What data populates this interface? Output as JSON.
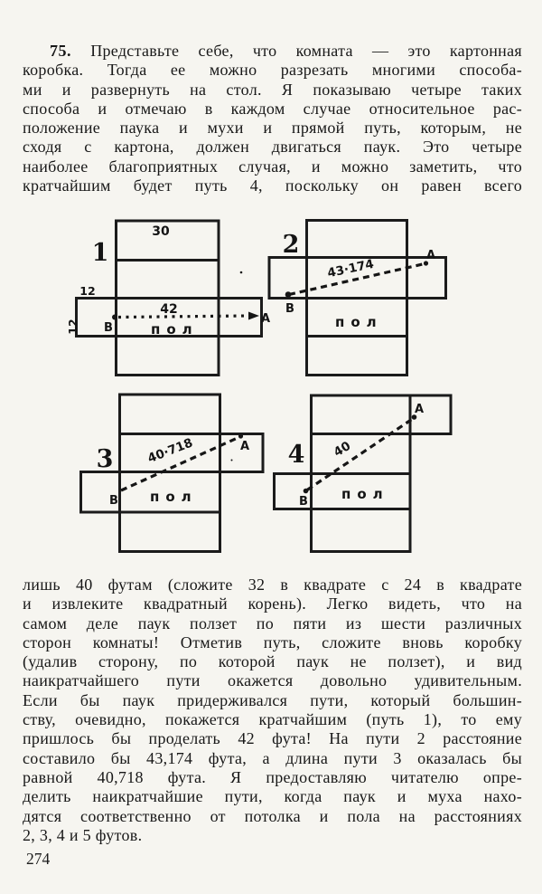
{
  "page": {
    "number": "274",
    "background": "#f6f5f0",
    "ink": "#1b1b1b"
  },
  "intro": {
    "problem_number": "75.",
    "lines": [
      "Представьте себе, что комната — это картонная",
      "коробка. Тогда ее можно разрезать многими способа-",
      "ми и развернуть на стол. Я показываю четыре таких",
      "способа и отмечаю в каждом случае относительное рас-",
      "положение паука и мухи и прямой путь, которым, не",
      "сходя с картона, должен двигаться паук. Это четыре",
      "наиболее благоприятных случая, и можно заметить, что",
      "кратчайшим будет путь 4, поскольку он равен всего"
    ]
  },
  "body": {
    "lines": [
      "лишь 40 футам (сложите 32 в квадрате с 24 в квадрате",
      "и извлеките квадратный корень). Легко видеть, что на",
      "самом деле паук ползет по пяти из шести различных",
      "сторон комнаты! Отметив путь, сложите вновь коробку",
      "(удалив сторону, по которой паук не ползет), и вид",
      "наикратчайшего пути окажется довольно удивительным.",
      "Если бы паук придерживался пути, который большин-",
      "ству, очевидно, покажется кратчайшим (путь 1), то ему",
      "пришлось бы проделать 42 фута! На пути 2 расстояние",
      "составило бы 43,174 фута, а длина пути 3 оказалась бы",
      "равной 40,718 фута. Я предоставляю читателю опре-",
      "делить наикратчайшие пути, когда паук и муха нахо-",
      "дятся соответственно от потолка и пола на расстояниях",
      "2, 3, 4 и 5 футов."
    ]
  },
  "figures": [
    {
      "number": "1",
      "top_label": "30",
      "width_label": "12",
      "height_label": "12",
      "path_length": "42",
      "floor": "пол",
      "point_b": "B",
      "point_a": "A"
    },
    {
      "number": "2",
      "path_length": "43·174",
      "floor": "пол",
      "point_b": "B",
      "point_a": "A"
    },
    {
      "number": "3",
      "path_length": "40·718",
      "floor": "пол",
      "point_b": "B",
      "point_a": "A"
    },
    {
      "number": "4",
      "path_length": "40",
      "floor": "пол",
      "point_b": "B",
      "point_a": "A"
    }
  ]
}
